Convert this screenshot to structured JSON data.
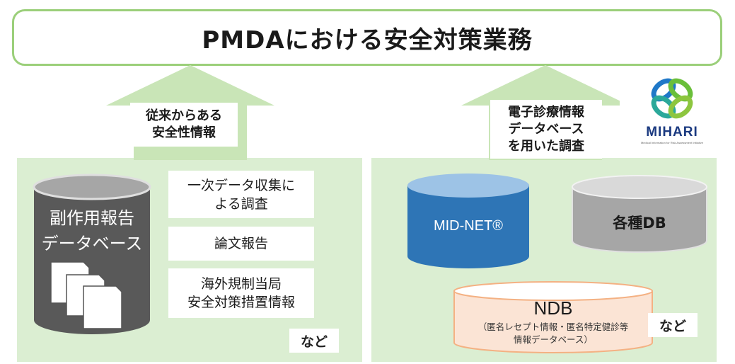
{
  "title": "PMDAにおける安全対策業務",
  "left": {
    "arrow_label_lines": [
      "従来からある",
      "安全性情報"
    ],
    "database_lines": [
      "副作用報告",
      "データベース"
    ],
    "cards": [
      {
        "lines": [
          "一次データ収集に",
          "よる調査"
        ]
      },
      {
        "lines": [
          "論文報告"
        ]
      },
      {
        "lines": [
          "海外規制当局",
          "安全対策措置情報"
        ]
      }
    ],
    "etc_label": "など"
  },
  "right": {
    "arrow_label_lines": [
      "電子診療情報",
      "データベース",
      "を用いた調査"
    ],
    "logo_text": "MIHARI",
    "logo_subtext": "Medical Information for Risk Assessment Initiative",
    "midnet_label": "MID-NET®",
    "other_db_label": "各種DB",
    "ndb_label": "NDB",
    "ndb_sub_lines": [
      "（匿名レセプト情報・匿名特定健診等",
      "情報データベース）"
    ],
    "etc_label": "など"
  },
  "colors": {
    "panel_green": "#dbeed2",
    "arrow_green": "#c9e5b7",
    "border_green": "#9bcf7a",
    "midnet_blue": "#2e75b6",
    "gray_db": "#a6a6a6",
    "ndb_pink": "#fbe4d5",
    "dark_db": "#595959"
  }
}
